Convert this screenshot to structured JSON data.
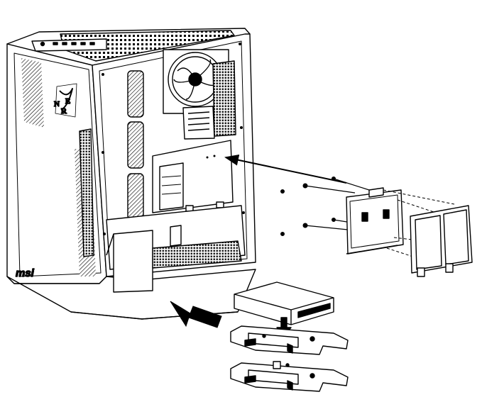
{
  "diagram": {
    "case_brand": "msi",
    "logo_letters": [
      "N",
      "E",
      "R"
    ],
    "parts": [
      "pc-case",
      "hdd-bracket-exploded",
      "hdd-drive",
      "hdd-tray",
      "hdd-tray-lower",
      "screws",
      "insertion-arrow",
      "mounting-arrow"
    ]
  }
}
